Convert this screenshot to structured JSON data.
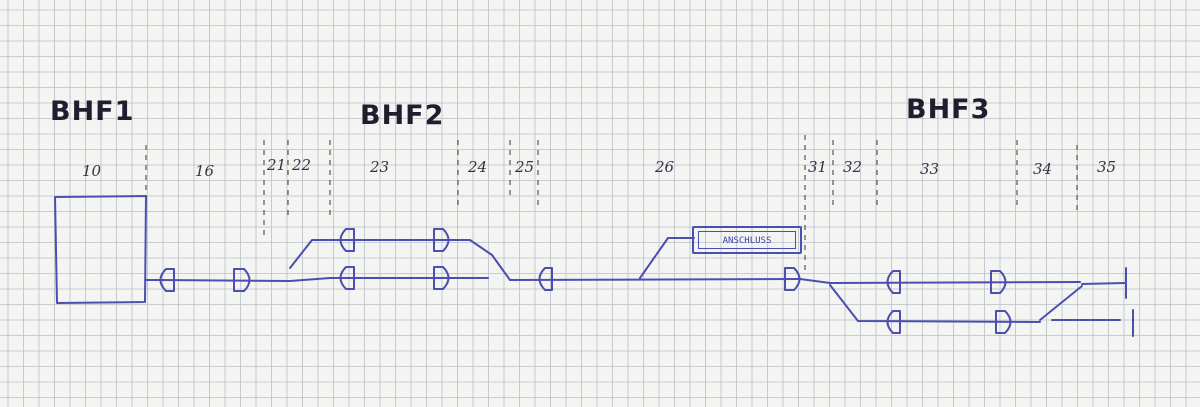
{
  "stations": [
    {
      "id": "bhf1",
      "label": "BHF1"
    },
    {
      "id": "bhf2",
      "label": "BHF2"
    },
    {
      "id": "bhf3",
      "label": "BHF3"
    }
  ],
  "sections": [
    "10",
    "16",
    "21",
    "22",
    "23",
    "24",
    "25",
    "26",
    "31",
    "32",
    "33",
    "34",
    "35"
  ],
  "siding_label": "ANSCHLUSS",
  "colors": {
    "ink": "#4a4fb0",
    "pencil": "#1e1e2e",
    "grid": "#b9c0c8",
    "paper": "#f4f4f2"
  }
}
